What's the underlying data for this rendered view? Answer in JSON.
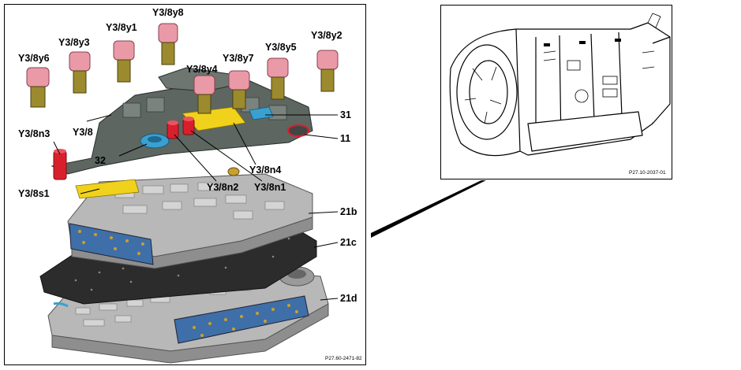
{
  "colors": {
    "solenoid_pink": "#e99aa6",
    "solenoid_brass": "#9c8a2e",
    "housing_gray": "#5d6660",
    "sensor_red": "#d8202c",
    "sensor_yellow": "#f0d21c",
    "sensor_blue": "#3aa0d0",
    "valve_body_gray": "#b8b8b8",
    "plate_blue": "#3f6fa8",
    "gasket_dark": "#2c2c2c"
  },
  "callouts": {
    "y3_8y8": "Y3/8y8",
    "y3_8y1": "Y3/8y1",
    "y3_8y3": "Y3/8y3",
    "y3_8y6": "Y3/8y6",
    "y3_8y7": "Y3/8y7",
    "y3_8y5": "Y3/8y5",
    "y3_8y2": "Y3/8y2",
    "y3_8y4": "Y3/8y4",
    "c31": "31",
    "c11": "11",
    "y3_8": "Y3/8",
    "y3_8n3": "Y3/8n3",
    "c32": "32",
    "y3_8n4": "Y3/8n4",
    "y3_8n2": "Y3/8n2",
    "y3_8n1": "Y3/8n1",
    "y3_8s1": "Y3/8s1",
    "c21b": "21b",
    "c21c": "21c",
    "c21d": "21d"
  },
  "figure_refs": {
    "left": "P27.60-2471-82",
    "right": "P27.10-2037-01"
  }
}
